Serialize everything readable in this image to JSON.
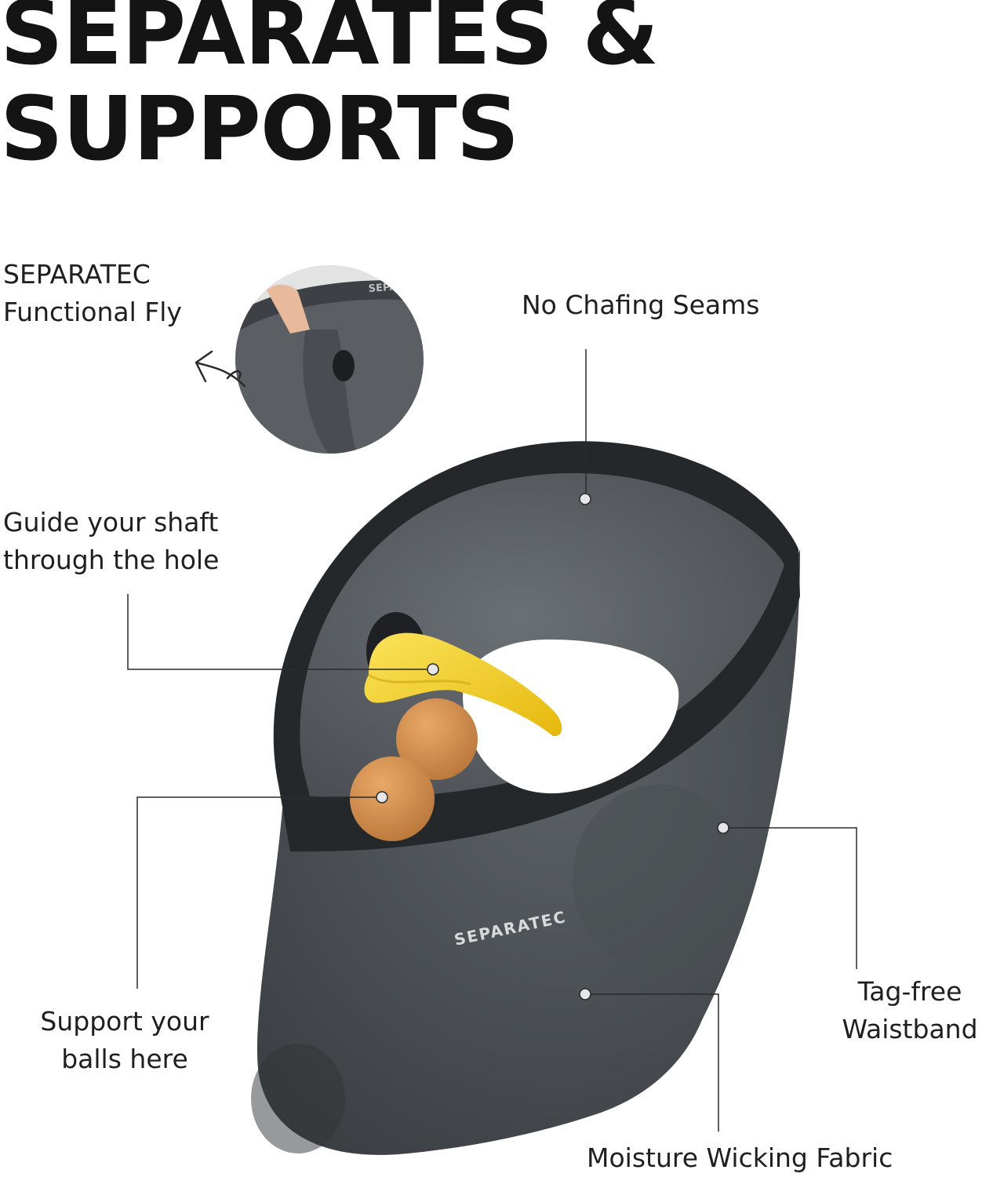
{
  "headline": {
    "line1": "SEPARATES &",
    "line2": "SUPPORTS"
  },
  "callouts": {
    "fly_line1": "SEPARATEC",
    "fly_line2": "Functional Fly",
    "seams": "No Chafing Seams",
    "shaft_line1": "Guide your shaft",
    "shaft_line2": "through the hole",
    "balls_line1": "Support your",
    "balls_line2": "balls here",
    "waistband_line1": "Tag-free",
    "waistband_line2": "Waistband",
    "fabric": "Moisture Wicking Fabric"
  },
  "product": {
    "brand": "SEPARATEC",
    "inset_brand": "SEPARATEC"
  },
  "colors": {
    "fabric": "#4f5457",
    "fabric_dark": "#2e3134",
    "band": "#24272a",
    "banana": "#f2cf1b",
    "ball": "#d8924f",
    "line": "#2a2a2a"
  }
}
